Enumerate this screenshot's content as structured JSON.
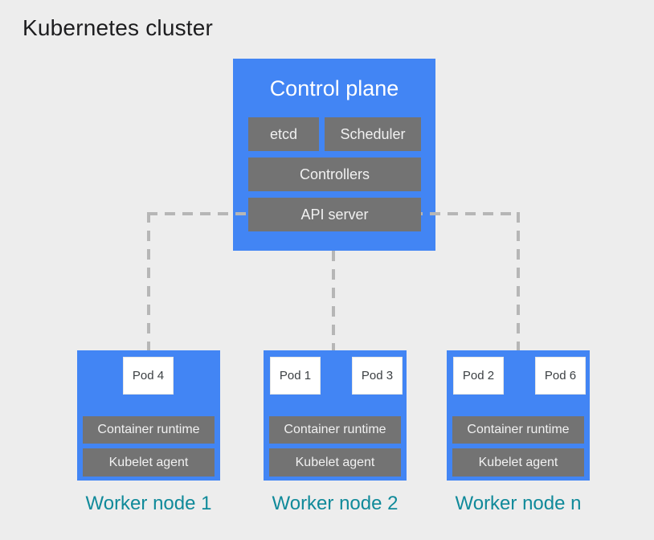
{
  "page": {
    "title": "Kubernetes cluster"
  },
  "colors": {
    "background": "#EDEDED",
    "title_text": "#1D1D1F",
    "node_fill": "#4285F4",
    "component_fill": "#737373",
    "component_text": "#F1F1F1",
    "pod_fill": "#FFFFFF",
    "pod_text": "#3C4043",
    "label_teal": "#108A9A",
    "dash_gray": "#B6B6B6"
  },
  "control_plane": {
    "title": "Control plane",
    "components": {
      "etcd": "etcd",
      "scheduler": "Scheduler",
      "controllers": "Controllers",
      "api_server": "API server"
    }
  },
  "worker_nodes": [
    {
      "label": "Worker node 1",
      "pods": [
        "Pod 4"
      ],
      "components": [
        "Container runtime",
        "Kubelet agent"
      ]
    },
    {
      "label": "Worker node 2",
      "pods": [
        "Pod 1",
        "Pod 3"
      ],
      "components": [
        "Container runtime",
        "Kubelet agent"
      ]
    },
    {
      "label": "Worker node n",
      "pods": [
        "Pod 2",
        "Pod 6"
      ],
      "components": [
        "Container runtime",
        "Kubelet agent"
      ]
    }
  ]
}
